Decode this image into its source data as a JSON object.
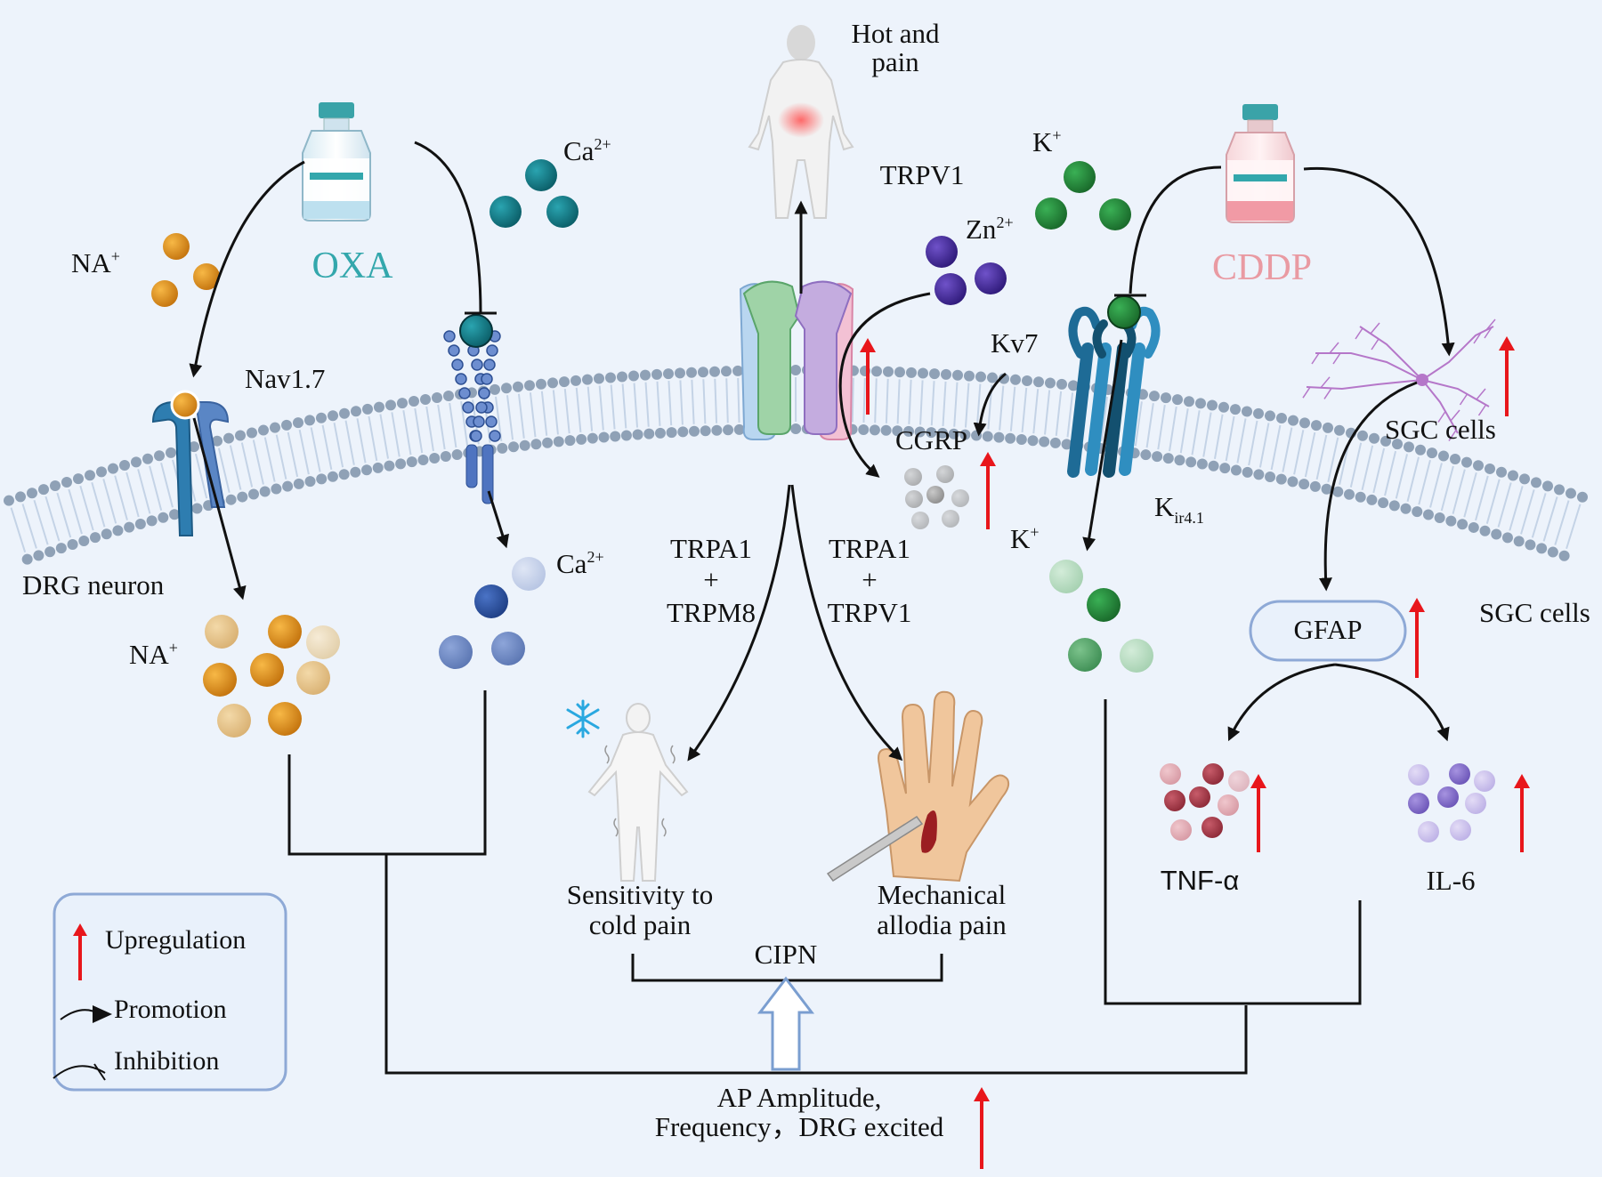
{
  "colors": {
    "background": "#edf3fb",
    "oxa": "#33a7ac",
    "cddp": "#e99aa2",
    "upregulation": "#e8161b",
    "sodium": "#de8e1c",
    "calcium": "#127a86",
    "zinc": "#4b2f9e",
    "potassium": "#2a8a3c"
  },
  "drugs": {
    "oxa": "OXA",
    "cddp": "CDDP"
  },
  "ions": {
    "na_top": "NA",
    "na_top_sup": "+",
    "na_bottom": "NA",
    "na_bottom_sup": "+",
    "ca_top": "Ca",
    "ca_top_sup": "2+",
    "ca_bottom": "Ca",
    "ca_bottom_sup": "2+",
    "k_top": "K",
    "k_top_sup": "+",
    "k_bottom": "K",
    "k_bottom_sup": "+",
    "zn": "Zn",
    "zn_sup": "2+"
  },
  "channels": {
    "nav": "Nav1.7",
    "trpv1_top": "TRPV1",
    "kv7": "Kv7",
    "cgrp": "CGRP",
    "kir": "K",
    "kir_sub": "ir4.1"
  },
  "labels": {
    "hot_pain_1": "Hot and",
    "hot_pain_2": "pain",
    "drg_neuron": "DRG neuron",
    "sgc_cells_top": "SGC cells",
    "sgc_cells_right": "SGC cells",
    "gfap": "GFAP",
    "tnf": "TNF-α",
    "il6": "IL-6",
    "trpa1_left": "TRPA1",
    "plus_left": "+",
    "trpm8": "TRPM8",
    "trpa1_right": "TRPA1",
    "plus_right": "+",
    "trpv1_right": "TRPV1",
    "cold_pain_1": "Sensitivity to",
    "cold_pain_2": "cold pain",
    "mech_pain_1": "Mechanical",
    "mech_pain_2": "allodia pain",
    "cipn": "CIPN",
    "ap_1": "AP Amplitude,",
    "ap_2": "Frequency，DRG excited"
  },
  "legend": {
    "upregulation": "Upregulation",
    "promotion": "Promotion",
    "inhibition": "Inhibition"
  }
}
